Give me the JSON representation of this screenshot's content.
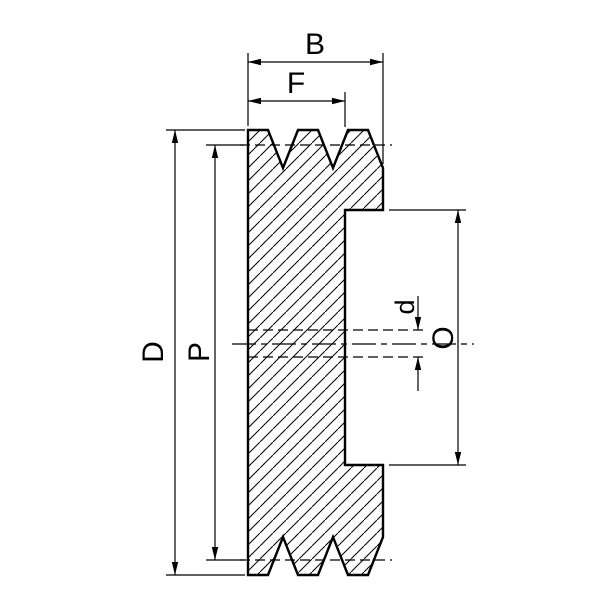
{
  "drawing": {
    "title": "v-belt-pulley-cross-section",
    "background": "#ffffff",
    "line_color": "#000000",
    "labels": {
      "B": "B",
      "F": "F",
      "D": "D",
      "P": "P",
      "d": "d",
      "O": "O"
    }
  }
}
